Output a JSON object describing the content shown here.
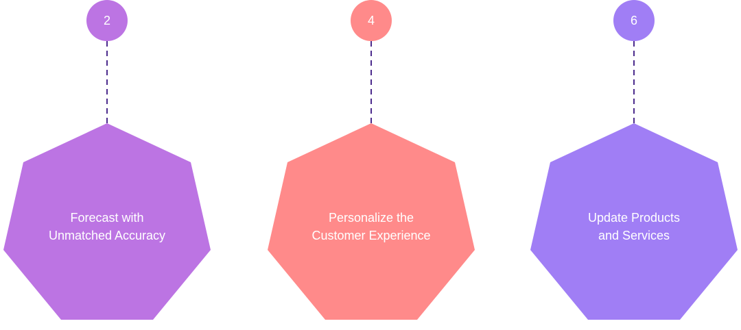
{
  "steps": [
    {
      "number": "2",
      "label": "Forecast with Unmatched Accuracy",
      "line1": "Forecast with",
      "line2": "Unmatched Accuracy",
      "color": "#bc74e3"
    },
    {
      "number": "4",
      "label": "Personalize the Customer Experience",
      "line1": "Personalize the",
      "line2": "Customer Experience",
      "color": "#ff8a8a"
    },
    {
      "number": "6",
      "label": "Update Products and Services",
      "line1": "Update Products",
      "line2": "and Services",
      "color": "#a07ef5"
    }
  ],
  "connector_color": "#4b2a8c"
}
